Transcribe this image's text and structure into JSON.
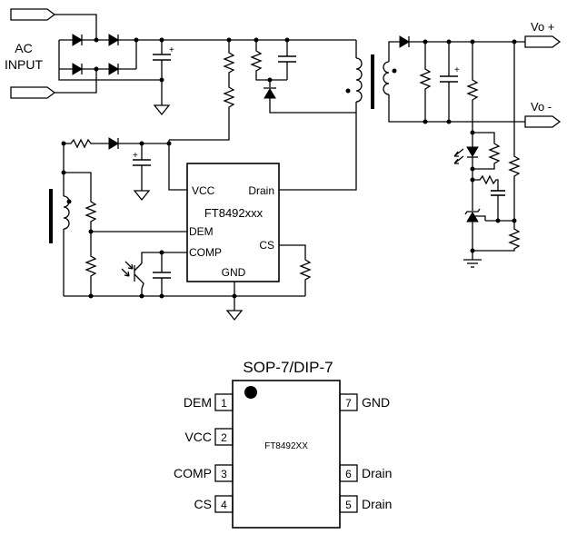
{
  "schematic": {
    "input_label_line1": "AC",
    "input_label_line2": "INPUT",
    "output_pos_label": "Vo +",
    "output_neg_label": "Vo -",
    "ic": {
      "name": "FT8492xxx",
      "pins": {
        "vcc": "VCC",
        "drain": "Drain",
        "dem": "DEM",
        "comp": "COMP",
        "cs": "CS",
        "gnd": "GND"
      }
    },
    "cap_polarity": "+"
  },
  "package": {
    "title": "SOP-7/DIP-7",
    "part": "FT8492XX",
    "left_pins": [
      {
        "num": "1",
        "name": "DEM"
      },
      {
        "num": "2",
        "name": "VCC"
      },
      {
        "num": "3",
        "name": "COMP"
      },
      {
        "num": "4",
        "name": "CS"
      }
    ],
    "right_pins": [
      {
        "num": "7",
        "name": "GND"
      },
      {
        "num": "6",
        "name": "Drain"
      },
      {
        "num": "5",
        "name": "Drain"
      }
    ]
  }
}
